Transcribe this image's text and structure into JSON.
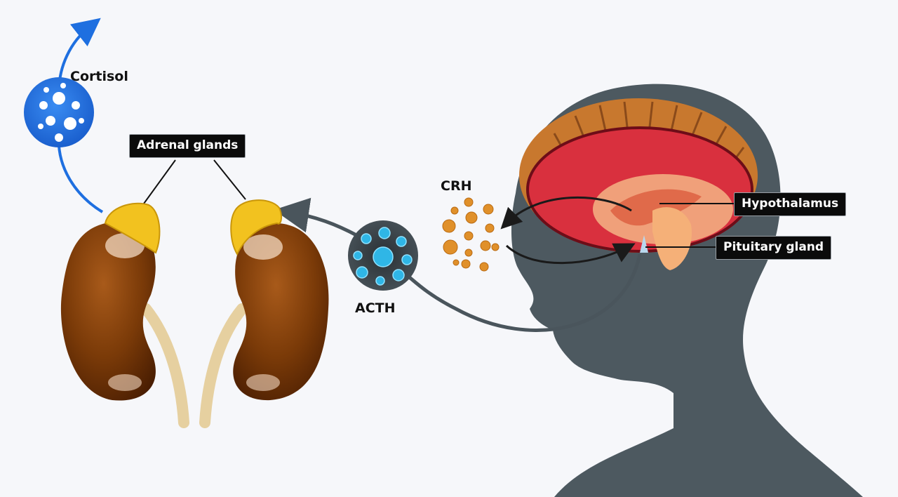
{
  "labels": {
    "cortisol": "Cortisol",
    "adrenal_glands": "Adrenal glands",
    "crh": "CRH",
    "acth": "ACTH",
    "hypothalamus": "Hypothalamus",
    "pituitary_gland": "Pituitary gland"
  },
  "colors": {
    "background": "#f6f7fa",
    "head_silhouette": "#4d5960",
    "cortisol_blue": "#1e6fe0",
    "acth_teal": "#2fb6e6",
    "crh_orange": "#e0902a",
    "kidney_brown": "#7a3a08",
    "adrenal_yellow": "#f2c21f",
    "brain_red": "#d9303e",
    "brain_fold_tan": "#c8782e"
  },
  "icons": [
    "cortisol-molecule-icon",
    "acth-molecule-icon",
    "crh-particles-icon",
    "kidney-icon",
    "adrenal-gland-icon",
    "head-silhouette-icon",
    "brain-icon"
  ]
}
